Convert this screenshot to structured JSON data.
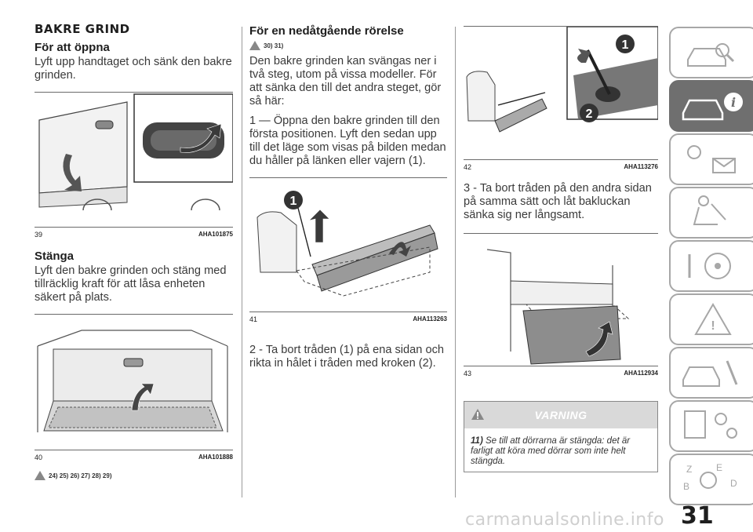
{
  "col1": {
    "heading": "BAKRE GRIND",
    "open_heading": "För att öppna",
    "open_text": "Lyft upp handtaget och sänk den bakre grinden.",
    "fig39": {
      "num": "39",
      "code": "AHA101875"
    },
    "close_heading": "Stänga",
    "close_text": "Lyft den bakre grinden och stäng med tillräcklig kraft för att låsa enheten säkert på plats.",
    "fig40": {
      "num": "40",
      "code": "AHA101888"
    },
    "refs": "24) 25) 26) 27) 28) 29)"
  },
  "col2": {
    "heading": "För en nedåtgående rörelse",
    "refs": "30) 31)",
    "p1": "Den bakre grinden kan svängas ner i två steg, utom på vissa modeller. För att sänka den till det andra steget, gör så här:",
    "p2": "1 — Öppna den bakre grinden till den första positionen. Lyft den sedan upp till det läge som visas på bilden medan du håller på länken eller vajern (1).",
    "fig41": {
      "num": "41",
      "code": "AHA113263",
      "callout1": "1"
    },
    "p3": "2 - Ta bort tråden (1) på ena sidan och rikta in hålet i tråden med kroken (2)."
  },
  "col3": {
    "fig42": {
      "num": "42",
      "code": "AHA113276",
      "callout1": "1",
      "callout2": "2"
    },
    "p1": "3 - Ta bort tråden på den andra sidan på samma sätt och låt bakluckan sänka sig ner långsamt.",
    "fig43": {
      "num": "43",
      "code": "AHA112934"
    },
    "warning_title": "VARNING",
    "warning_num": "11)",
    "warning_text": "Se till att dörrarna är stängda: det är farligt att köra med dörrar som inte helt stängda."
  },
  "page_number": "31",
  "watermark": "carmanualsonline.info",
  "colors": {
    "tab_border": "#a7a7a7",
    "tab_active": "#6f6f6f",
    "warning_bg": "#d9d9d9"
  },
  "sidebar_icons": [
    "car-search-icon",
    "car-info-icon",
    "lights-message-icon",
    "airbag-seat-icon",
    "steering-wheel-icon",
    "warning-triangle-icon",
    "car-wrench-icon",
    "list-settings-icon",
    "index-search-icon"
  ]
}
